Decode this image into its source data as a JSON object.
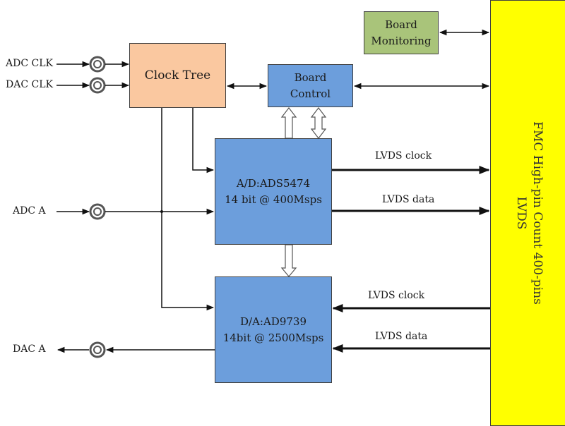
{
  "diagram": {
    "blocks": {
      "clock_tree": {
        "label": "Clock Tree",
        "color": "#fac8a0"
      },
      "board_monitoring": {
        "line1": "Board",
        "line2": "Monitoring",
        "color": "#a9c47a"
      },
      "board_control": {
        "line1": "Board",
        "line2": "Control",
        "color": "#6c9edc"
      },
      "adc": {
        "line1": "A/D:ADS5474",
        "line2": "14 bit @ 400Msps",
        "color": "#6c9edc"
      },
      "dac": {
        "line1": "D/A:AD9739",
        "line2": "14bit @ 2500Msps",
        "color": "#6c9edc"
      },
      "fmc": {
        "line1": "FMC High-pin Count 400-pins",
        "line2": "LVDS",
        "color": "#ffff00"
      }
    },
    "inputs": {
      "adc_clk": "ADC CLK",
      "dac_clk": "DAC CLK",
      "adc_a": "ADC A",
      "dac_a": "DAC A"
    },
    "links": {
      "adc_lvds_clock": "LVDS clock",
      "adc_lvds_data": "LVDS data",
      "dac_lvds_clock": "LVDS clock",
      "dac_lvds_data": "LVDS data"
    }
  }
}
